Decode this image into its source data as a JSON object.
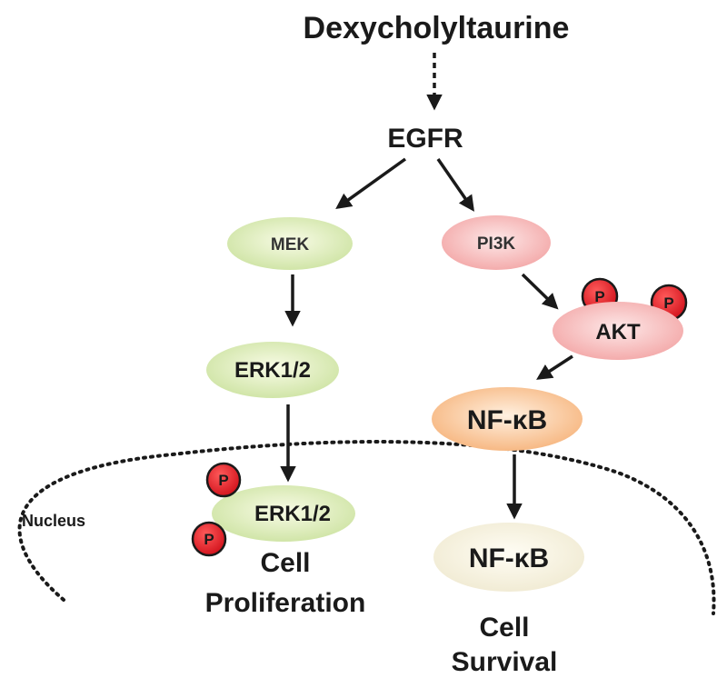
{
  "diagram": {
    "ligand": "Dexycholyltaurine",
    "receptor": "EGFR",
    "nucleus_label": "Nucleus",
    "phospho_label": "P",
    "left_branch": {
      "mek": "MEK",
      "erk_cytoplasm": "ERK1/2",
      "erk_nucleus": "ERK1/2",
      "outcome_line1": "Cell",
      "outcome_line2": "Proliferation"
    },
    "right_branch": {
      "pi3k": "PI3K",
      "akt": "AKT",
      "nfkb_cytoplasm": "NF-κB",
      "nfkb_nucleus": "NF-κB",
      "outcome_line1": "Cell",
      "outcome_line2": "Survival"
    }
  },
  "colors": {
    "green_node_center": "#f8fbe6",
    "green_node_edge": "#cde3a2",
    "pink_node_center": "#fde8e8",
    "pink_node_edge": "#f3a6a6",
    "orange_node_center": "#fff0e0",
    "orange_node_edge": "#f6b47c",
    "cream_node_center": "#fffdf4",
    "cream_node_edge": "#f0ead2",
    "phospho_fill": "#e0202a",
    "arrow": "#1a1a1a"
  }
}
